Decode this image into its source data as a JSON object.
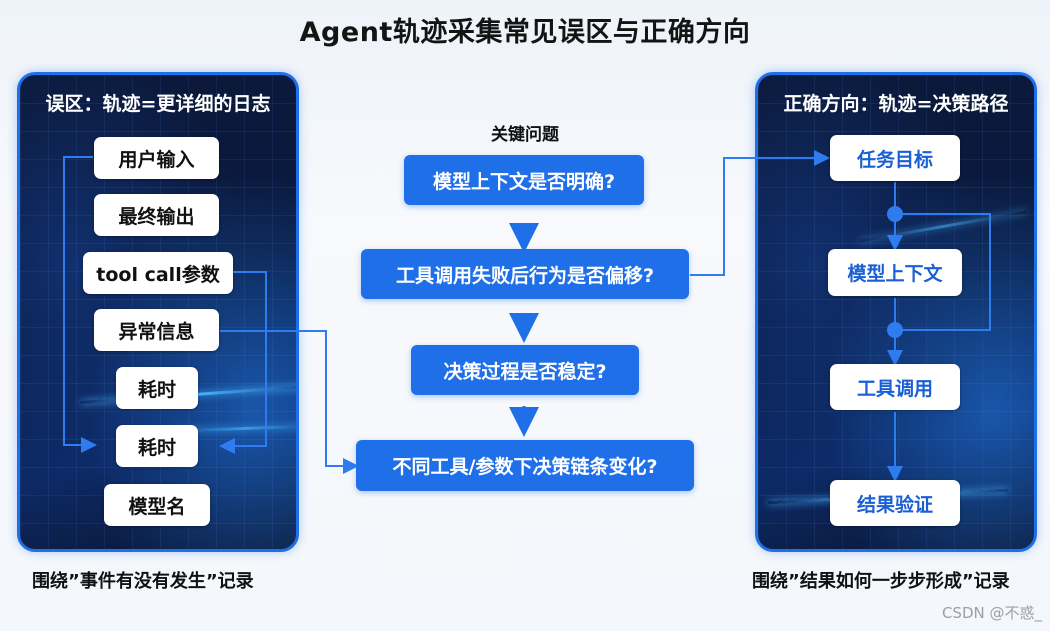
{
  "title": "Agent轨迹采集常见误区与正确方向",
  "left": {
    "heading": "误区：轨迹=更详细的日志",
    "items": [
      "用户输入",
      "最终输出",
      "tool call参数",
      "异常信息",
      "耗时",
      "耗时",
      "模型名"
    ],
    "caption": "围绕”事件有没有发生”记录"
  },
  "center": {
    "heading": "关键问题",
    "steps": [
      "模型上下文是否明确?",
      "工具调用失败后行为是否偏移?",
      "决策过程是否稳定?",
      "不同工具/参数下决策链条变化?"
    ]
  },
  "right": {
    "heading": "正确方向：轨迹=决策路径",
    "items": [
      "任务目标",
      "模型上下文",
      "工具调用",
      "结果验证"
    ],
    "caption": "围绕”结果如何一步步形成”记录"
  },
  "watermark": "CSDN @不惑_",
  "colors": {
    "accent": "#1f6fe8",
    "panel_bg": "#0b1838"
  }
}
